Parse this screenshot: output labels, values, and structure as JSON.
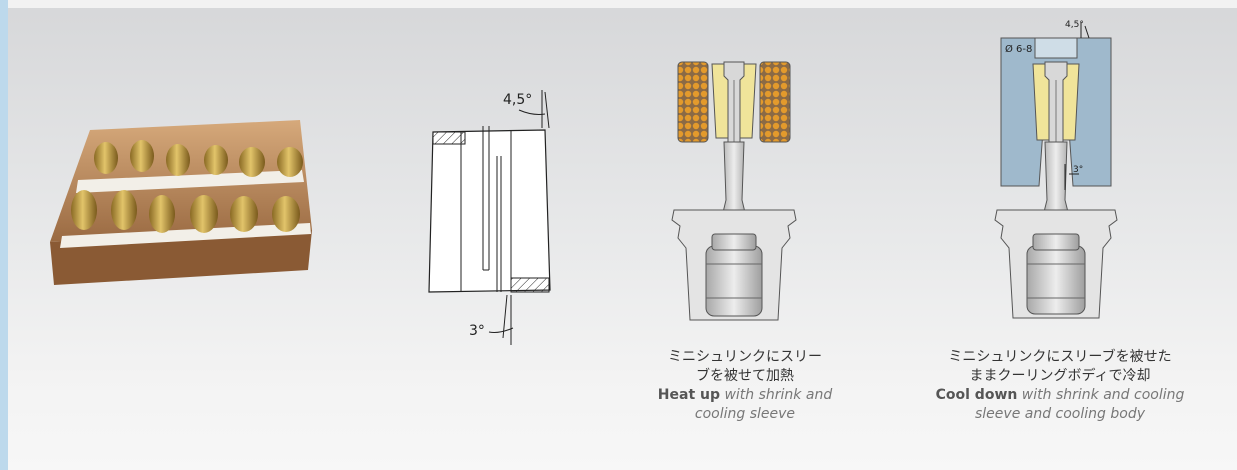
{
  "collet_drawing": {
    "angle_top": "4,5°",
    "angle_bottom": "3°"
  },
  "heatup": {
    "caption_jp_1": "ミニシュリンクにスリー",
    "caption_jp_2": "ブを被せて加熱",
    "caption_en_bold": "Heat up",
    "caption_en_italic_1": " with shrink and",
    "caption_en_italic_2": "cooling sleeve"
  },
  "cooldown": {
    "label_diameter": "Ø 6-8",
    "angle_top": "4,5°",
    "angle_side": "3°",
    "caption_jp_1": "ミニシュリンクにスリーブを被せた",
    "caption_jp_2": "ままクーリングボディで冷却",
    "caption_en_bold": "Cool down",
    "caption_en_italic_1": " with shrink and cooling",
    "caption_en_italic_2": "sleeve and cooling body"
  },
  "colors": {
    "brass": "#c9a54a",
    "wood": "#b88a5e",
    "coil": "#e39a2c",
    "sleeve_yellow": "#f0e49a",
    "cooling_body": "#9fb9cc",
    "accent": "#bdd9ec"
  }
}
